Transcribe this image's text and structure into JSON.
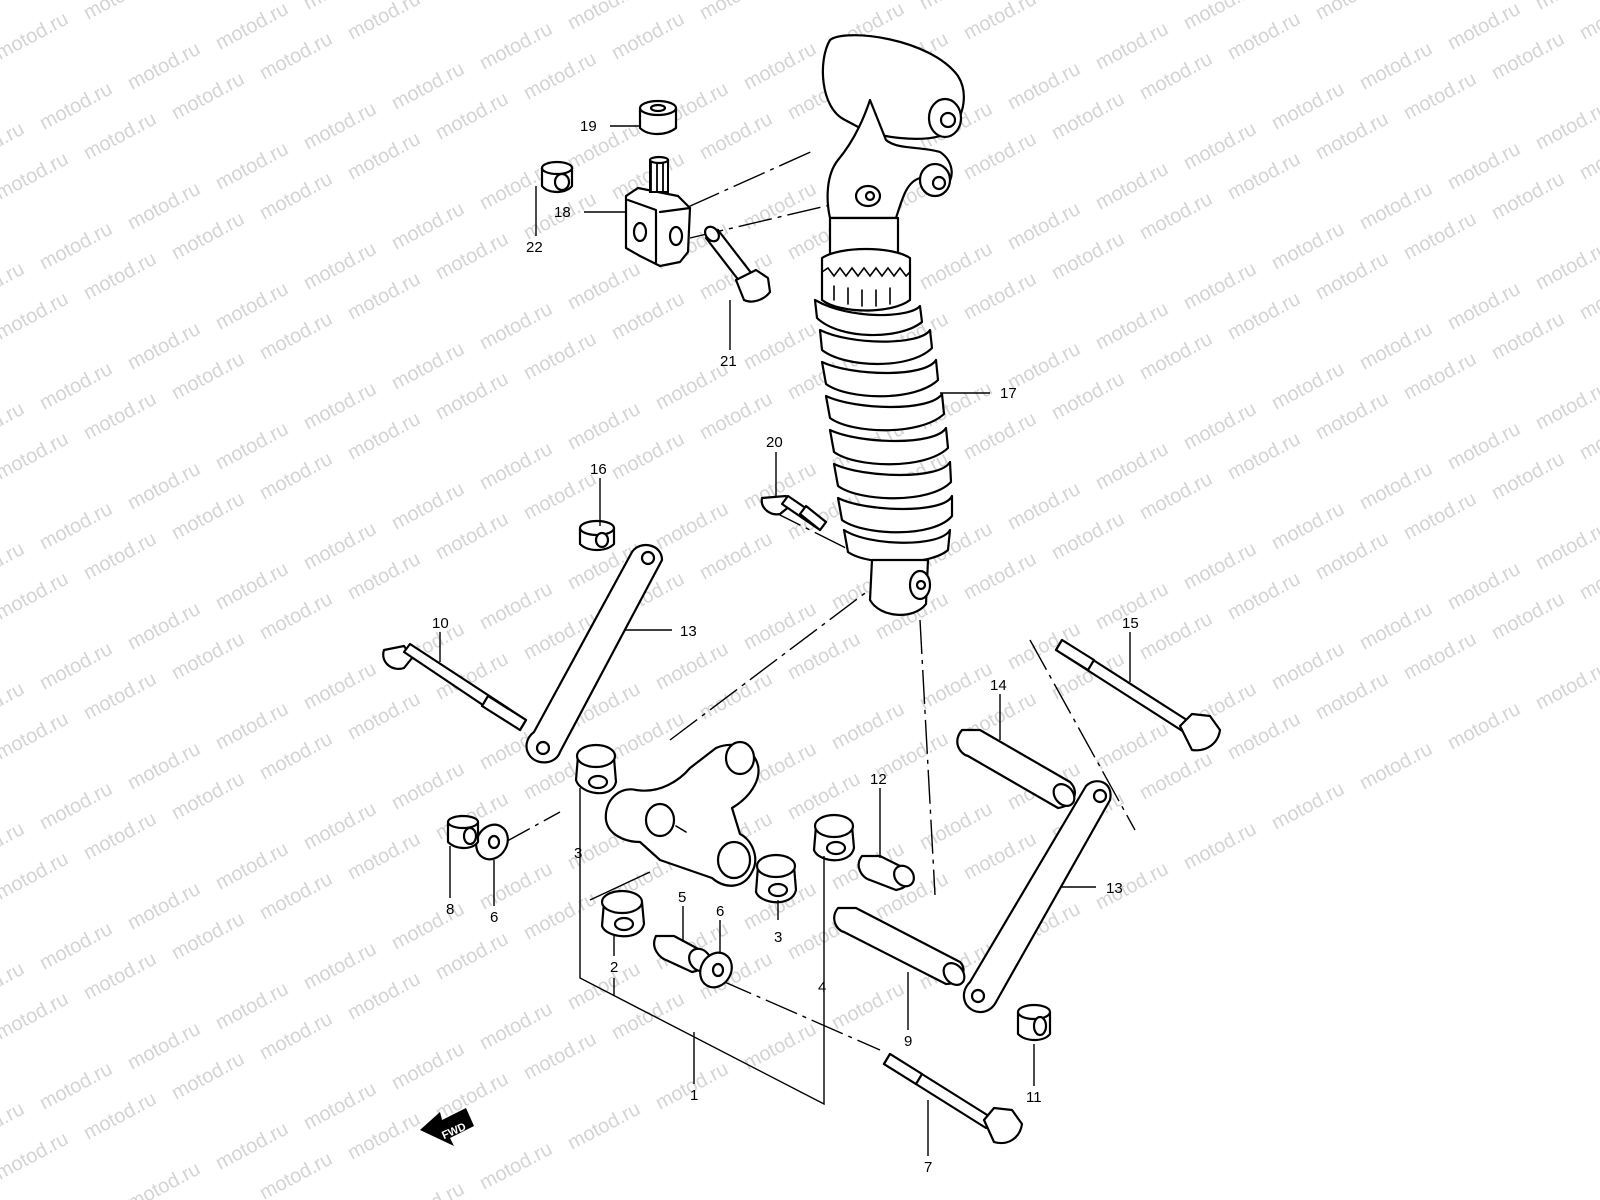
{
  "watermark": "motod.ru",
  "direction_label": "FWD",
  "callouts": {
    "c1": "1",
    "c2": "2",
    "c3a": "3",
    "c3b": "3",
    "c4": "4",
    "c5": "5",
    "c6a": "6",
    "c6b": "6",
    "c7": "7",
    "c8": "8",
    "c9": "9",
    "c10": "10",
    "c11": "11",
    "c12": "12",
    "c13a": "13",
    "c13b": "13",
    "c14": "14",
    "c15": "15",
    "c16": "16",
    "c17": "17",
    "c18": "18",
    "c19": "19",
    "c20": "20",
    "c21": "21",
    "c22": "22"
  }
}
